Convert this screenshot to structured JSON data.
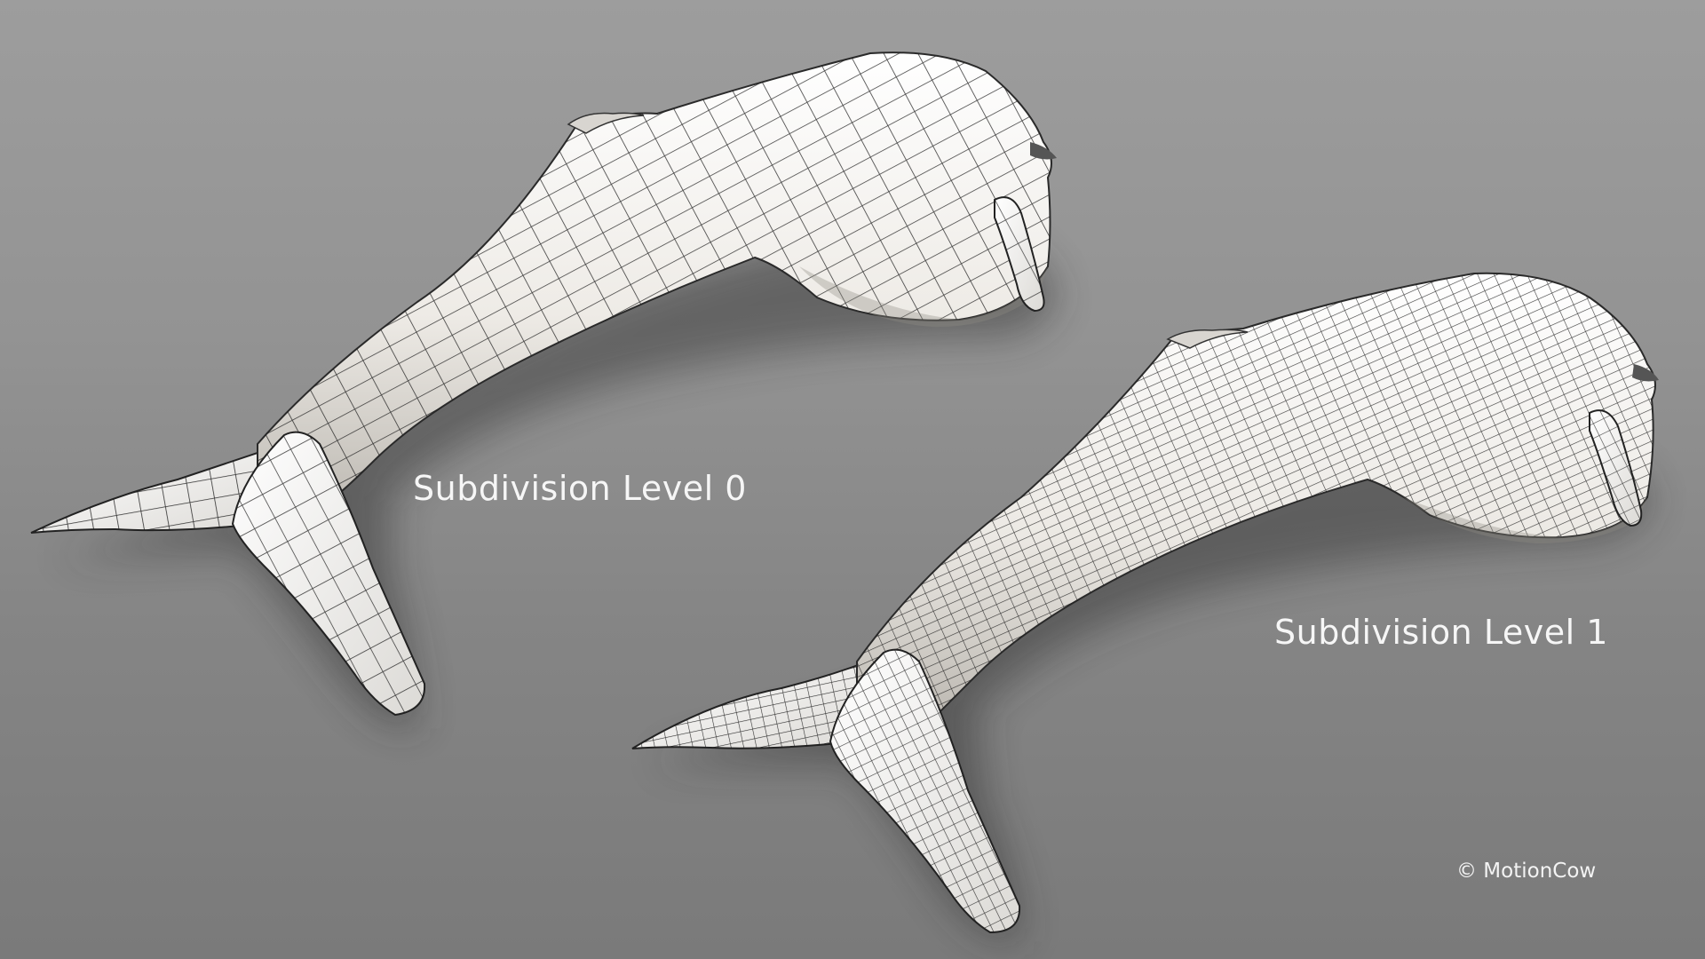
{
  "image": {
    "description": "Two wireframe 3D renders of a whale mesh on a grey gradient background",
    "background": {
      "top_color": "#9d9d9d",
      "bottom_color": "#7a7a7a"
    },
    "mesh_color": "#f2f0ec",
    "wire_color": "#1e1e1e"
  },
  "models": [
    {
      "label": "Subdivision Level 0",
      "position": "upper-left",
      "wire_density": "low"
    },
    {
      "label": "Subdivision Level 1",
      "position": "lower-right",
      "wire_density": "high"
    }
  ],
  "credit": {
    "text": "© MotionCow"
  }
}
